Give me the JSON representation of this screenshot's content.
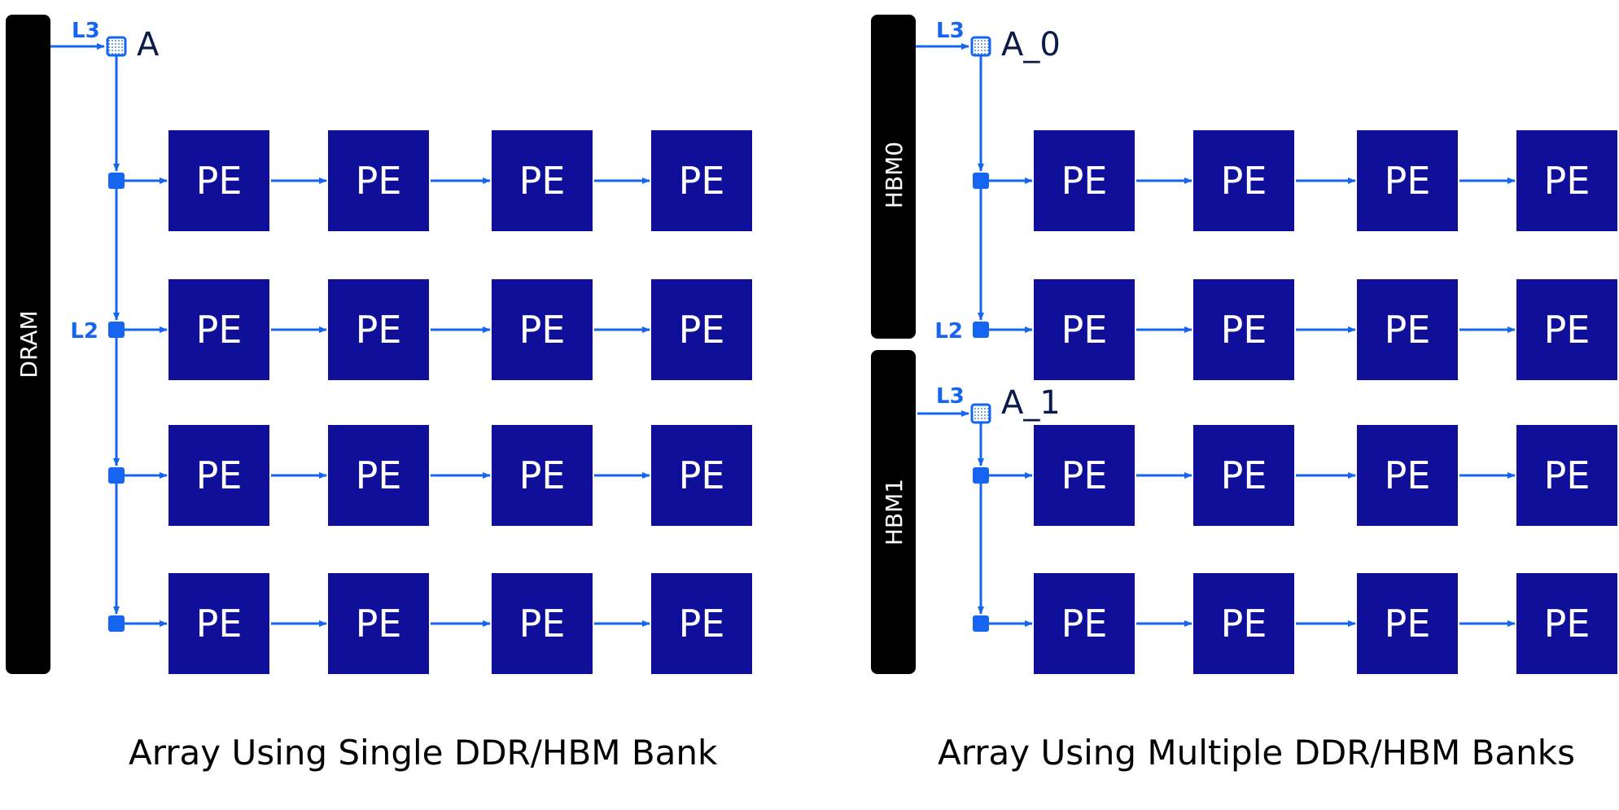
{
  "colors": {
    "pe_fill": "#0f0f9a",
    "pe_text": "#ffffff",
    "link": "#1565f0",
    "memory_bar": "#000000",
    "memory_text": "#ffffff",
    "label_dark": "#0a1a4a"
  },
  "left": {
    "memory_label": "DRAM",
    "l3_label": "L3",
    "l2_label": "L2",
    "array_label": "A",
    "pe_label": "PE",
    "rows": 4,
    "cols": 4,
    "caption": "Array Using Single DDR/HBM Bank"
  },
  "right": {
    "memory_labels": [
      "HBM0",
      "HBM1"
    ],
    "l3_label": "L3",
    "l2_label": "L2",
    "array_labels": [
      "A_0",
      "A_1"
    ],
    "pe_label": "PE",
    "rows": 4,
    "cols": 4,
    "caption": "Array Using Multiple DDR/HBM Banks"
  }
}
